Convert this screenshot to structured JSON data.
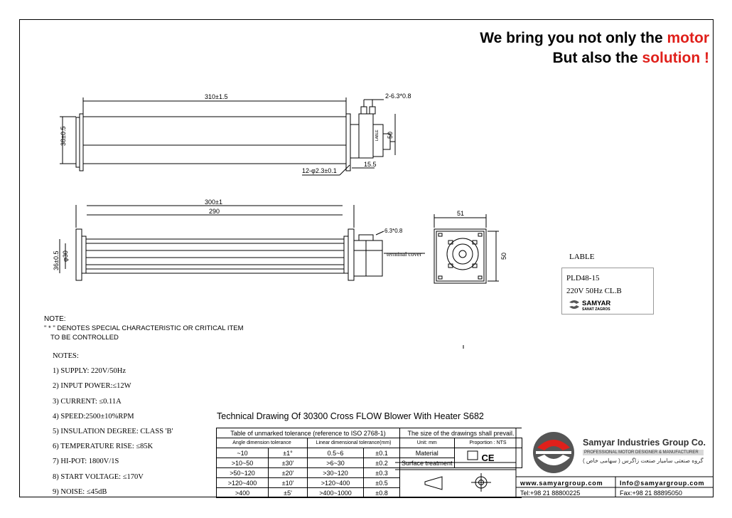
{
  "slogan": {
    "line1_pre": "We bring you not only the ",
    "line1_accent": "motor",
    "line2_pre": "But also the ",
    "line2_accent": "solution !"
  },
  "top_view": {
    "length_dim": "310±1.5",
    "height_dim": "38±0.5",
    "terminal_dim": "2-6.3*0.8",
    "motor_height": "50",
    "motor_depth": "15.5",
    "holes_dim": "12-φ2.3±0.1",
    "motor_label": "LABLE"
  },
  "front_view": {
    "outer_dim": "300±1",
    "inner_dim": "290",
    "height_dim": "36±0.5",
    "dia_dim": "φ30",
    "terminal_dim": "6.3*0.8",
    "terminal_cover": "terminal cover"
  },
  "side_view": {
    "width_dim": "51",
    "height_dim": "50"
  },
  "label": {
    "title": "LABLE",
    "model": "PLD48-15",
    "rating": "220V 50Hz CL.B",
    "brand": "SAMYAR",
    "brand_sub": "SANAT ZAGROS"
  },
  "note": {
    "header": "NOTE:",
    "line1": "\" * \" DENOTES  SPECIAL CHARACTERISTIC OR CRITICAL ITEM",
    "line2": "TO BE CONTROLLED"
  },
  "specs": {
    "header": "NOTES:",
    "items": [
      "1) SUPPLY: 220V/50Hz",
      "2) INPUT POWER:≤12W",
      "3) CURRENT: ≤0.11A",
      "4) SPEED:2500±10%RPM",
      "5) INSULATION DEGREE: CLASS 'B'",
      "6) TEMPERATURE RISE: ≤85K",
      "7) HI-POT: 1800V/1S",
      "8) START VOLTAGE: ≤170V",
      "9) NOISE: ≤45dB"
    ]
  },
  "caption": "Technical Drawing Of 30300 Cross FLOW Blower  With Heater S682",
  "tolerance": {
    "title": "Table of unmarked tolerance (reference to ISO 2768-1)",
    "prevail": "The size of the drawings shall prevail.",
    "angle_header": "Angle dimension tolerance",
    "linear_header": "Linear dimensional tolerance(mm)",
    "unit": "Unit: mm",
    "proportion": "Proportion : NTS",
    "material": "Material",
    "surface": "Surface treatment",
    "rows": [
      [
        "~10",
        "±1°",
        "0.5~6",
        "±0.1"
      ],
      [
        ">10~50",
        "±30'",
        ">6~30",
        "±0.2"
      ],
      [
        ">50~120",
        "±20'",
        ">30~120",
        "±0.3"
      ],
      [
        ">120~400",
        "±10'",
        ">120~400",
        "±0.5"
      ],
      [
        ">400",
        "±5'",
        ">400~1000",
        "±0.8"
      ]
    ]
  },
  "company": {
    "name": "Samyar Industries Group Co.",
    "sub": "PROFESSIONAL MOTOR DESIGNER & MANUFACTURER",
    "farsi": "گروه صنعتی سامیار صنعت زاگرس ( سهامی خاص )",
    "web": "www.samyargroup.com",
    "email": "Info@samyargroup.com",
    "tel": "Tel:+98 21 88800225",
    "fax": "Fax:+98 21 88895050"
  },
  "colors": {
    "accent": "#e0201b",
    "logo_gray": "#555555"
  }
}
